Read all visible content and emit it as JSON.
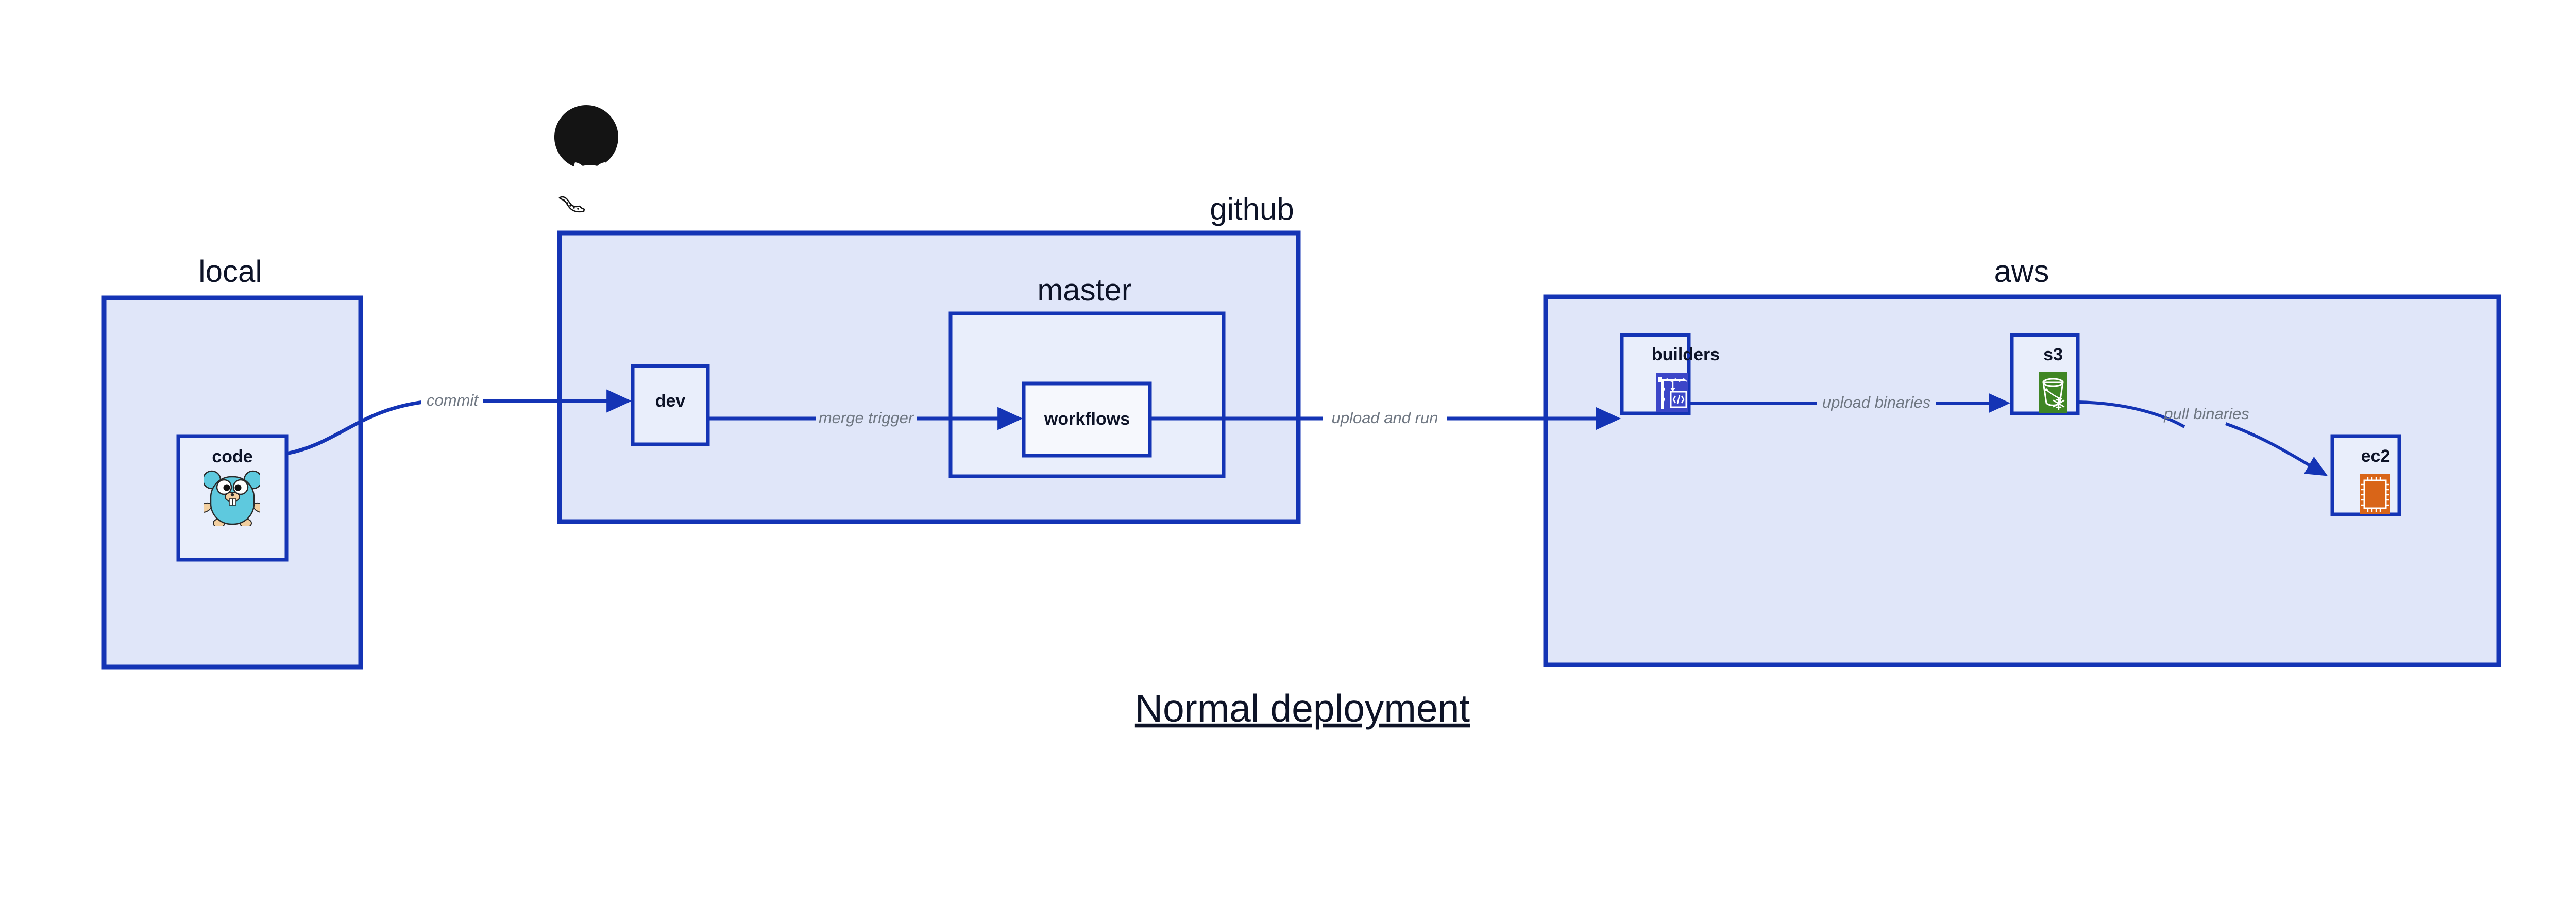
{
  "diagram": {
    "title": "Normal deployment",
    "background": "#ffffff",
    "accent_border": "#1434b5",
    "group_fill": "#e0e6f9",
    "node_fill": "#e9eefb",
    "label_color": "#6f7782",
    "text_color": "#0d1327"
  },
  "groups": [
    {
      "id": "local",
      "label": "local",
      "nodes": [
        {
          "id": "code",
          "label": "code",
          "icon": "go-gopher-icon"
        }
      ]
    },
    {
      "id": "github",
      "label": "github",
      "icon": "github-octocat-icon",
      "nodes": [
        {
          "id": "dev",
          "label": "dev",
          "icon": "none"
        }
      ],
      "subgroups": [
        {
          "id": "master",
          "label": "master",
          "nodes": [
            {
              "id": "workflows",
              "label": "workflows",
              "icon": "none"
            }
          ]
        }
      ]
    },
    {
      "id": "aws",
      "label": "aws",
      "nodes": [
        {
          "id": "builders",
          "label": "builders",
          "icon": "aws-codebuild-icon",
          "icon_color": "#3c46c8"
        },
        {
          "id": "s3",
          "label": "s3",
          "icon": "aws-s3-bucket-icon",
          "icon_color": "#3f8624"
        },
        {
          "id": "ec2",
          "label": "ec2",
          "icon": "aws-ec2-chip-icon",
          "icon_color": "#d96518"
        }
      ]
    }
  ],
  "edges": [
    {
      "id": "code-to-dev",
      "from": "code",
      "to": "dev",
      "label": "commit"
    },
    {
      "id": "dev-to-workflows",
      "from": "dev",
      "to": "workflows",
      "label": "merge trigger"
    },
    {
      "id": "workflows-to-builders",
      "from": "workflows",
      "to": "builders",
      "label": "upload and run"
    },
    {
      "id": "builders-to-s3",
      "from": "builders",
      "to": "s3",
      "label": "upload binaries"
    },
    {
      "id": "s3-to-ec2",
      "from": "s3",
      "to": "ec2",
      "label": "pull binaries"
    }
  ]
}
